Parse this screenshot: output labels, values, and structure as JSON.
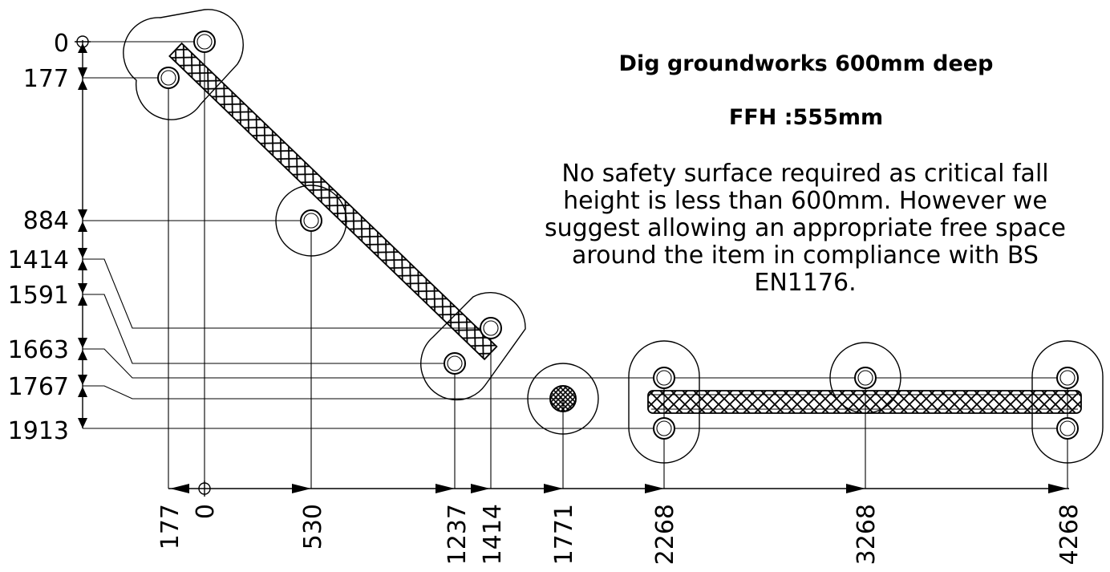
{
  "notes": {
    "title": "Dig groundworks 600mm deep",
    "ffh": "FFH :555mm",
    "body_lines": [
      "No safety surface required as critical fall",
      "height is less than 600mm. However we",
      "suggest allowing an appropriate free space",
      "around the item in compliance with BS",
      "EN1176."
    ]
  },
  "dimensions": {
    "vertical": [
      "0",
      "177",
      "884",
      "1414",
      "1591",
      "1663",
      "1767",
      "1913"
    ],
    "horizontal": [
      "177",
      "0",
      "530",
      "1237",
      "1414",
      "1771",
      "2268",
      "3268",
      "4268"
    ]
  }
}
